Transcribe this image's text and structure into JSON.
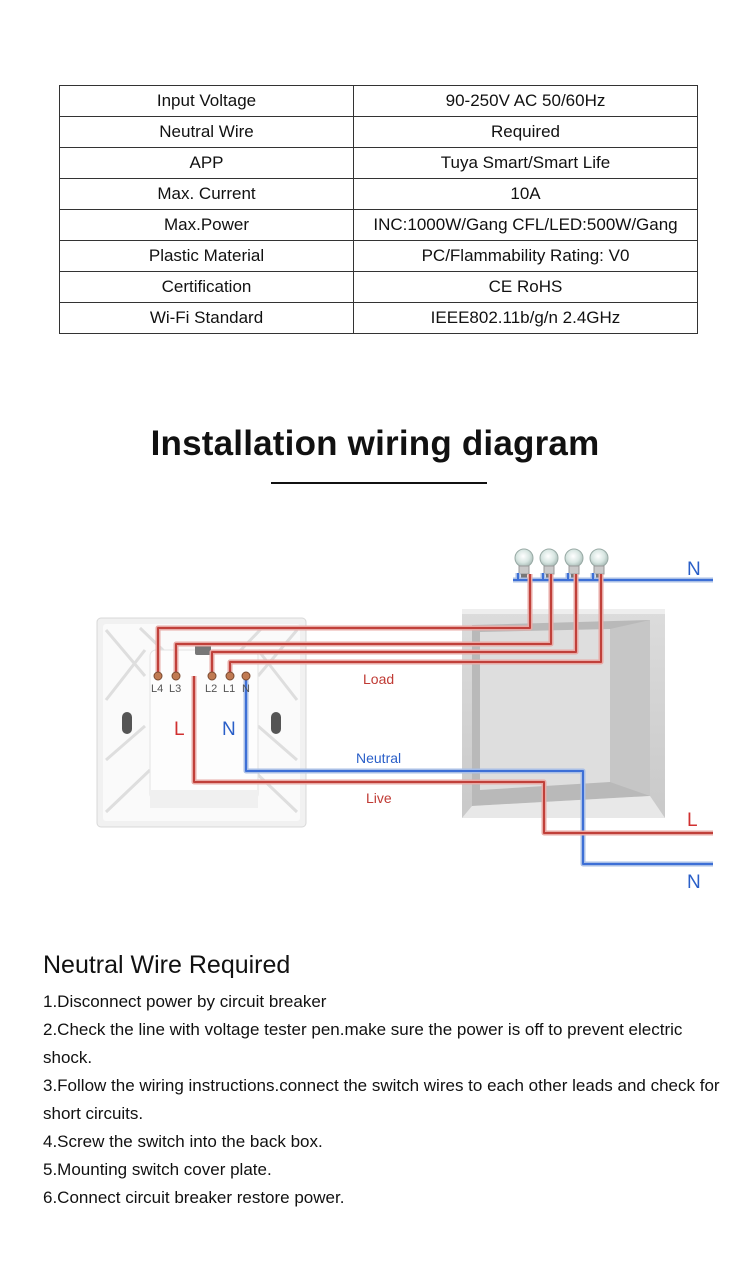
{
  "specs": [
    {
      "label": "Input Voltage",
      "value": "90-250V AC 50/60Hz"
    },
    {
      "label": "Neutral Wire",
      "value": "Required"
    },
    {
      "label": "APP",
      "value": "Tuya Smart/Smart Life"
    },
    {
      "label": "Max. Current",
      "value": "10A"
    },
    {
      "label": "Max.Power",
      "value": "INC:1000W/Gang CFL/LED:500W/Gang"
    },
    {
      "label": "Plastic Material",
      "value": "PC/Flammability Rating: V0"
    },
    {
      "label": "Certification",
      "value": "CE RoHS"
    },
    {
      "label": "Wi-Fi Standard",
      "value": "IEEE802.11b/g/n 2.4GHz"
    }
  ],
  "diagram": {
    "title": "Installation wiring diagram",
    "terminals": {
      "l4": "L4",
      "l3": "L3",
      "l2": "L2",
      "l1": "L1",
      "n": "N"
    },
    "switch_l": "L",
    "switch_n": "N",
    "load_label": "Load",
    "neutral_label": "Neutral",
    "live_label": "Live",
    "right_n_top": "N",
    "right_l": "L",
    "right_n_bottom": "N",
    "colors": {
      "live": "#c0403a",
      "neutral": "#3d6fd6",
      "red_text": "#d03030",
      "blue_text": "#2a5fc8"
    }
  },
  "instructions": {
    "heading": "Neutral Wire Required",
    "steps": [
      "1.Disconnect power by circuit breaker",
      "2.Check the line with voltage tester pen.make sure the power is off to prevent electric shock.",
      "3.Follow the wiring instructions.connect the switch wires to each other leads and check for short circuits.",
      "4.Screw the switch into the back box.",
      "5.Mounting switch cover plate.",
      "6.Connect circuit breaker restore power."
    ]
  }
}
